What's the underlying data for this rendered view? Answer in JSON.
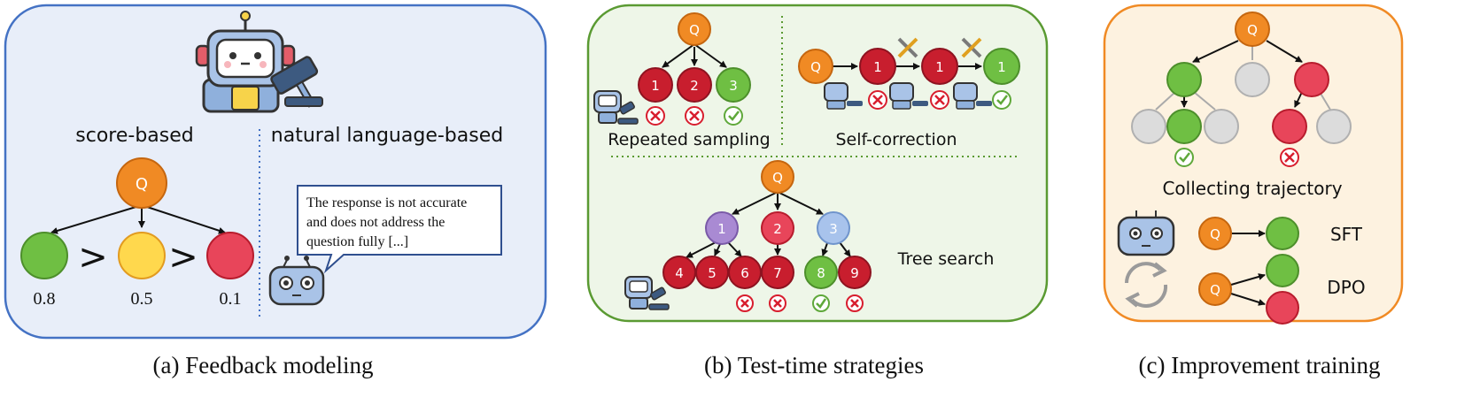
{
  "colors": {
    "panel_a_fill": "#e8eef9",
    "panel_a_border": "#4472c4",
    "panel_b_fill": "#eef6e8",
    "panel_b_border": "#5a9a32",
    "panel_c_fill": "#fdf2e0",
    "panel_c_border": "#f08a24",
    "orange": "#f08a24",
    "green": "#6fbf43",
    "yellow": "#ffd84d",
    "red": "#e8455a",
    "dark_red": "#c81e2e",
    "purple": "#a98ad3",
    "light_blue": "#a8c3ec",
    "gray": "#dcdcdc",
    "check": "#5fa83a",
    "cross": "#d81e2e"
  },
  "panel_a": {
    "caption": "(a) Feedback modeling",
    "score_label": "score-based",
    "nl_label": "natural language-based",
    "root": "Q",
    "scores": [
      "0.8",
      "0.5",
      "0.1"
    ],
    "comparators": [
      ">",
      ">"
    ],
    "speech_lines": [
      "The response is not accurate",
      "and does not address the",
      "question fully [...]"
    ]
  },
  "panel_b": {
    "caption": "(b) Test-time strategies",
    "repeated_label": "Repeated sampling",
    "selfcorr_label": "Self-correction",
    "tree_label": "Tree search",
    "root": "Q",
    "repeated_nodes": [
      "1",
      "2",
      "3"
    ],
    "selfcorr_nodes": [
      "1",
      "1",
      "1"
    ],
    "tree_level1": [
      "1",
      "2",
      "3"
    ],
    "tree_level2": [
      "4",
      "5",
      "6",
      "7",
      "8",
      "9"
    ]
  },
  "panel_c": {
    "caption": "(c) Improvement training",
    "collect_label": "Collecting trajectory",
    "root": "Q",
    "sft_label": "SFT",
    "dpo_label": "DPO"
  }
}
